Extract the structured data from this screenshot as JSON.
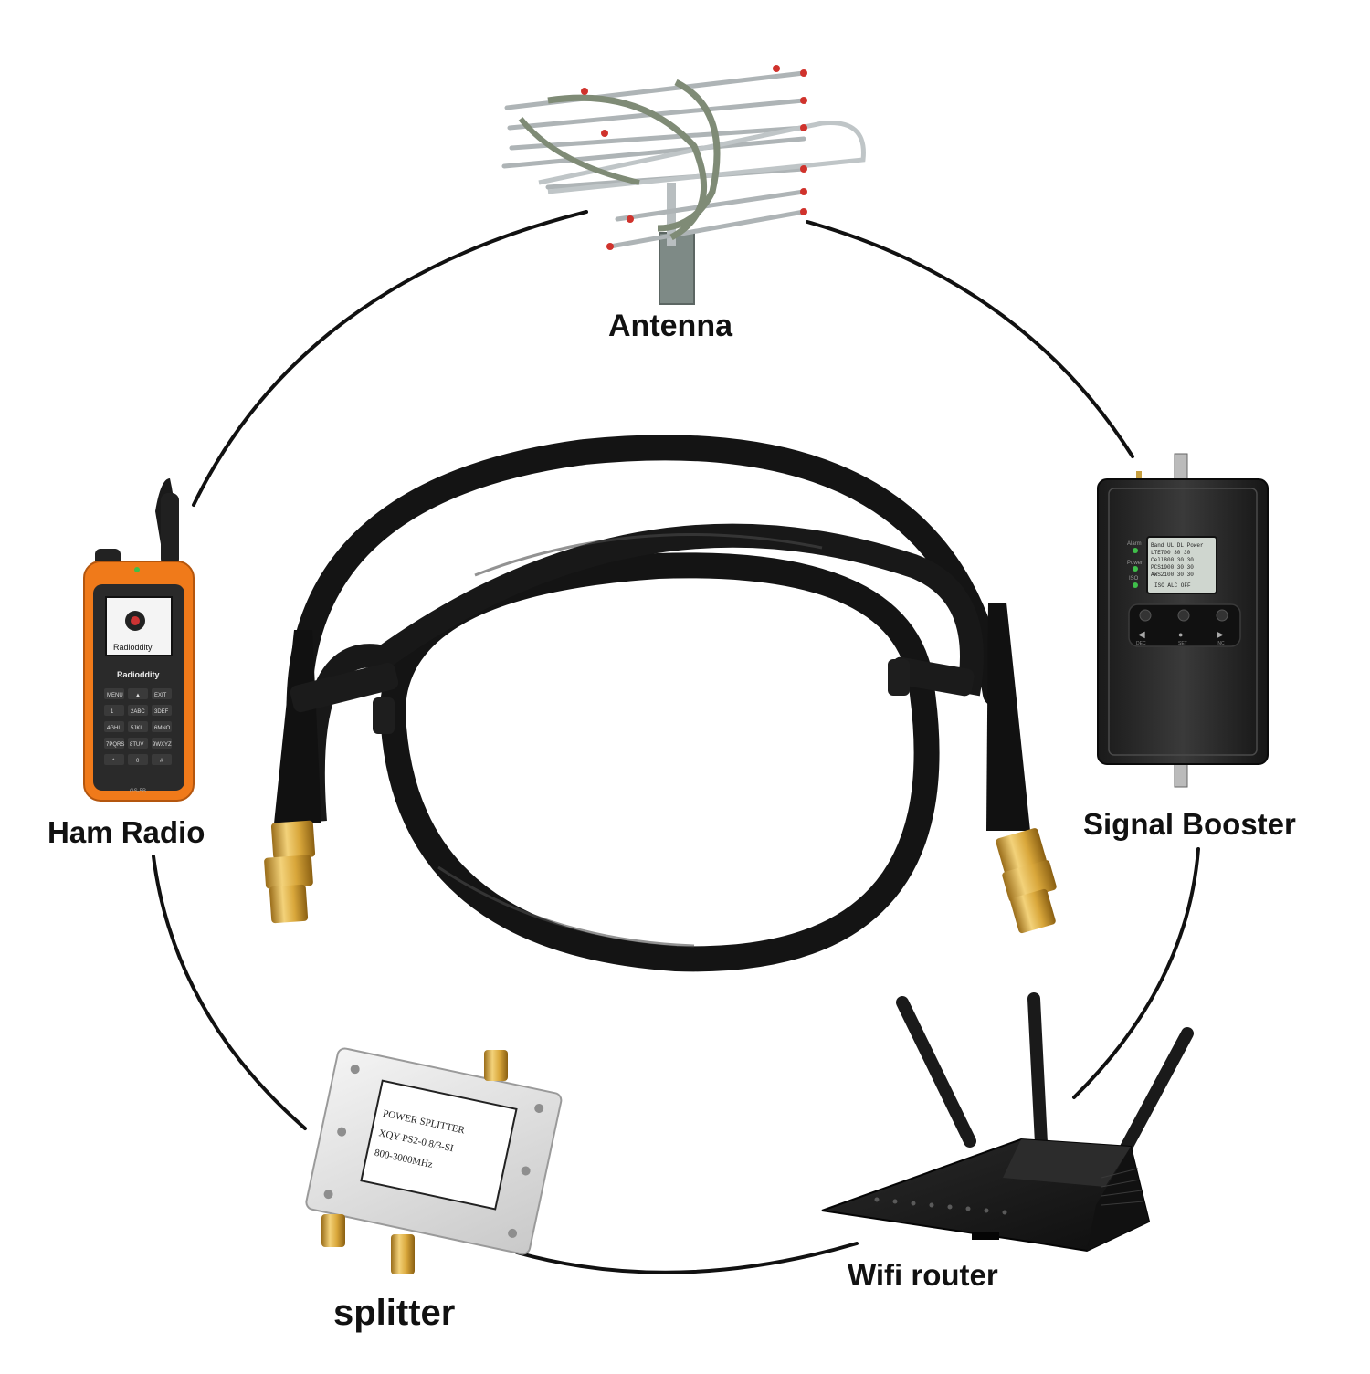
{
  "labels": {
    "antenna": "Antenna",
    "signal_booster": "Signal Booster",
    "ham_radio": "Ham Radio",
    "splitter": "splitter",
    "wifi_router": "Wifi router"
  },
  "ham_radio_device": {
    "brand": "Radioddity",
    "screen_brand": "Radioddity",
    "model": "GS-5B",
    "keys": [
      "MENU",
      "▲",
      "EXIT",
      "1",
      "2ABC",
      "3DEF",
      "4GHI",
      "5JKL",
      "6MNO",
      "7PQRS",
      "8TUV",
      "9WXYZ",
      "*",
      "0",
      "#"
    ]
  },
  "splitter_device": {
    "line1": "POWER SPLITTER",
    "line2": "XQY-PS2-0.8/3-SI",
    "line3": "800-3000MHz"
  },
  "booster_device": {
    "indicators": [
      "Alarm",
      "Power",
      "ISO"
    ],
    "buttons": [
      "DEC",
      "SET",
      "INC"
    ],
    "screen_rows": [
      "Band  UL  DL  Power",
      "LTE700  30  30   ",
      "Cell800 30  30   ",
      "PCS1900 30  30   ",
      "AWS2100 30  30   ",
      "ISO  ALC  OFF"
    ]
  },
  "colors": {
    "cable": "#141414",
    "connector_gold": "#d8a73a",
    "radio_orange": "#f07a1a",
    "antenna_tip": "#d0322c",
    "booster_body": "#262626",
    "router_body": "#1c1c1c"
  }
}
